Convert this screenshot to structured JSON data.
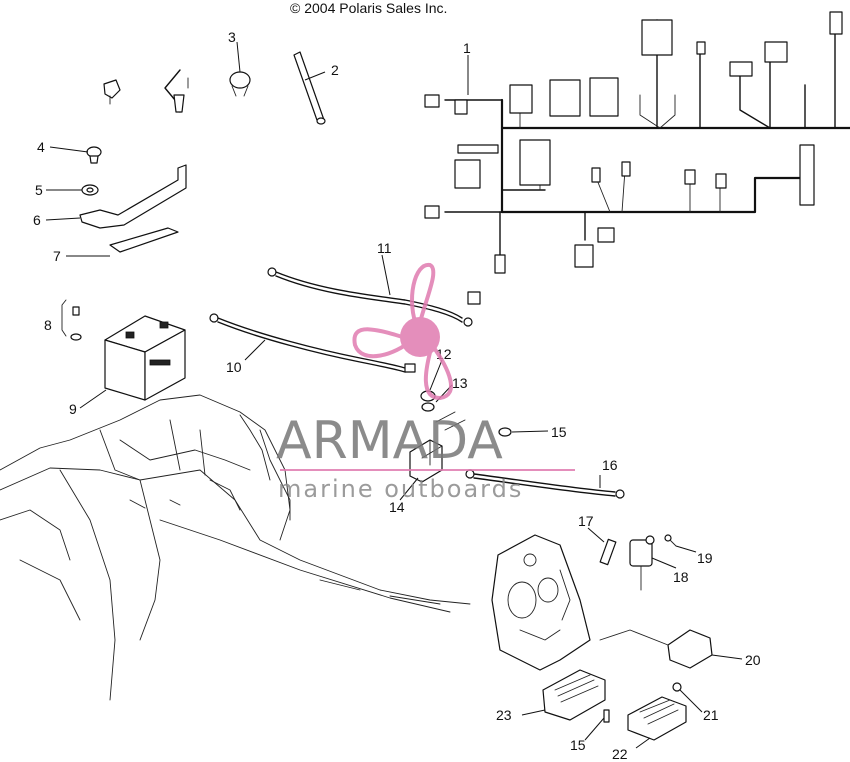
{
  "copyright": "© 2004 Polaris Sales Inc.",
  "watermark": {
    "brand": "ARMADA",
    "tagline": "marine outboards",
    "accent_color": "#e07bb0",
    "text_color": "#777777"
  },
  "callouts": {
    "c1": "1",
    "c2": "2",
    "c3": "3",
    "c4": "4",
    "c5": "5",
    "c6": "6",
    "c7": "7",
    "c8": "8",
    "c9": "9",
    "c10": "10",
    "c11": "11",
    "c12": "12",
    "c13": "13",
    "c14": "14",
    "c15a": "15",
    "c16": "16",
    "c17": "17",
    "c18": "18",
    "c19": "19",
    "c20": "20",
    "c21": "21",
    "c22": "22",
    "c23": "23",
    "c15b": "15"
  },
  "icons": {
    "watermark_logo": "propeller-icon"
  }
}
